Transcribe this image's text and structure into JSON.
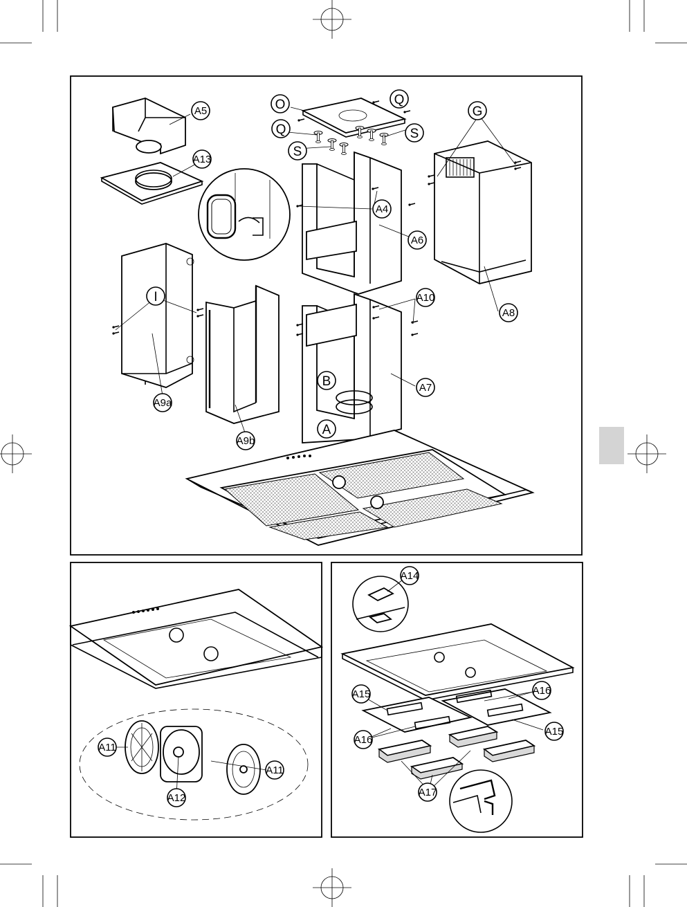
{
  "top_panel": {
    "labels": {
      "A5": "A5",
      "A13": "A13",
      "O": "O",
      "Q1": "Q",
      "Q2": "Q",
      "S1": "S",
      "S2": "S",
      "G": "G",
      "A4": "A4",
      "A6": "A6",
      "A8": "A8",
      "I": "I",
      "A10": "A10",
      "A9a": "A9a",
      "A9b": "A9b",
      "B": "B",
      "A7": "A7",
      "A": "A"
    }
  },
  "bottom_left_panel": {
    "labels": {
      "A11_left": "A11",
      "A11_right": "A11",
      "A12": "A12"
    }
  },
  "bottom_right_panel": {
    "labels": {
      "A14": "A14",
      "A15_left": "A15",
      "A15_right": "A15",
      "A16_left": "A16",
      "A16_right": "A16",
      "A17": "A17"
    }
  },
  "colors": {
    "line": "#000000",
    "page_tab": "#d4d4d4",
    "fill": "#ffffff"
  }
}
